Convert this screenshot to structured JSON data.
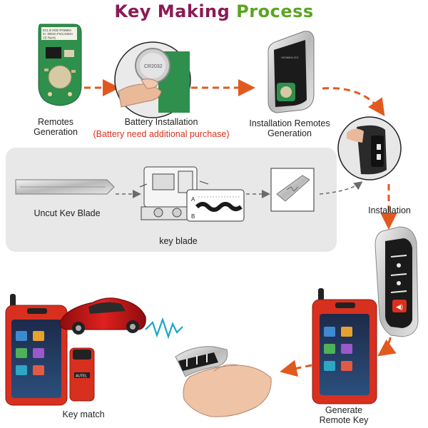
{
  "title": {
    "part1": "Key Making",
    "part2": "Process"
  },
  "colors": {
    "title_part1": "#8b1a55",
    "title_part2": "#5aa423",
    "arrow_orange": "#e2591f",
    "arrow_gray": "#6b6b6b",
    "note_red": "#d9301e",
    "device_red": "#d8301f",
    "panel_bg": "#e8e8e8"
  },
  "steps": {
    "remotes_generation": "Remotes\nGeneration",
    "battery_installation": "Battery Installation",
    "battery_note": "(Battery need additional purchase)",
    "installation_remotes_generation": "Installation Remotes\nGeneration",
    "installation": "Installation",
    "uncut_key_blade": "Uncut Kev  Blade",
    "key_blade": "key blade",
    "generate_remote_key": "Generate\nRemote Key",
    "key_match": "Key match"
  },
  "chip_label": {
    "line1": "ECL B  HOE RTBM0A",
    "line2": "IC: 8003A-FIVCA004A",
    "line3": "CE RoHS"
  },
  "blade_diagram": {
    "label_a": "A",
    "label_b": "B"
  },
  "device": {
    "brand": "AUTEL"
  }
}
